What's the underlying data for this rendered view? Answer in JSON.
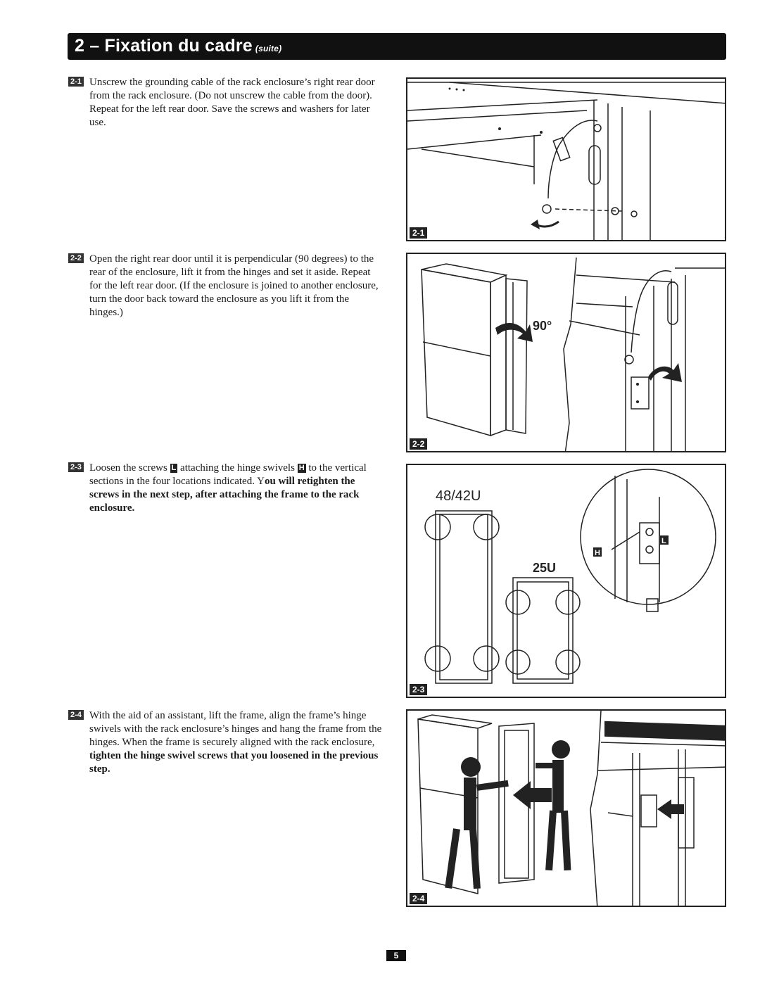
{
  "header": {
    "title": "2 – Fixation du cadre",
    "subtitle": "(suite)"
  },
  "steps": [
    {
      "number": "2-1",
      "text": "Unscrew the grounding cable of the rack enclosure’s right rear door from the rack enclosure. (Do not unscrew the cable from the door). Repeat for the left rear door. Save the screws and washers for later use."
    },
    {
      "number": "2-2",
      "text": "Open the right rear door until it is perpendicular (90 degrees) to the rear of the enclosure, lift it from the hinges and set it aside. Repeat for the left rear door. (If the enclosure is joined to another enclosure, turn the door back toward the enclosure as you lift it from the hinges.)"
    },
    {
      "number": "2-3",
      "text_a": "Loosen the screws",
      "key_l": "L",
      "text_b": "attaching the hinge swivels",
      "key_h": "H",
      "text_c": "to the vertical sections in the four locations indicated. Y",
      "bold": "ou will retighten the screws in the next step, after attaching the frame to the rack enclosure."
    },
    {
      "number": "2-4",
      "text": "With the aid of an assistant, lift the frame, align the frame’s hinge swivels with the rack enclosure’s hinges and hang the frame from the hinges. When the frame is securely aligned with the rack enclosure,",
      "bold": "tighten the hinge swivel screws that you loosened in the previous step."
    }
  ],
  "figures": [
    {
      "label": "2-1"
    },
    {
      "label": "2-2",
      "angle": "90°"
    },
    {
      "label": "2-3",
      "size_large": "48/42U",
      "size_small": "25U",
      "callout_l": "L",
      "callout_h": "H"
    },
    {
      "label": "2-4"
    }
  ],
  "footer": {
    "page_number": "5"
  }
}
